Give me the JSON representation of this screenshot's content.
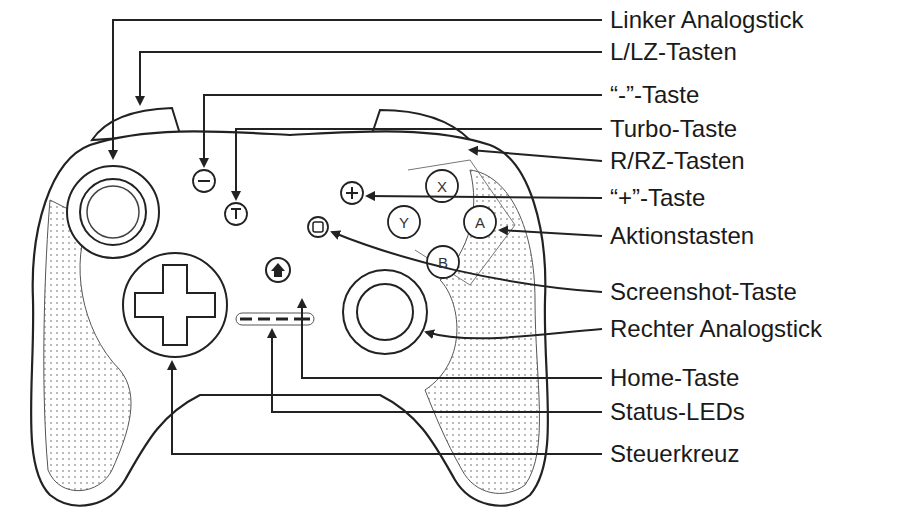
{
  "diagram": {
    "labels": [
      "Linker Analogstick",
      "L/LZ-Tasten",
      "“-”-Taste",
      "Turbo-Taste",
      "R/RZ-Tasten",
      "“+”-Taste",
      "Aktionstasten",
      "Screenshot-Taste",
      "Rechter Analogstick",
      "Home-Taste",
      "Status-LEDs",
      "Steuerkreuz",
      "X",
      "Y",
      "A",
      "B"
    ]
  }
}
